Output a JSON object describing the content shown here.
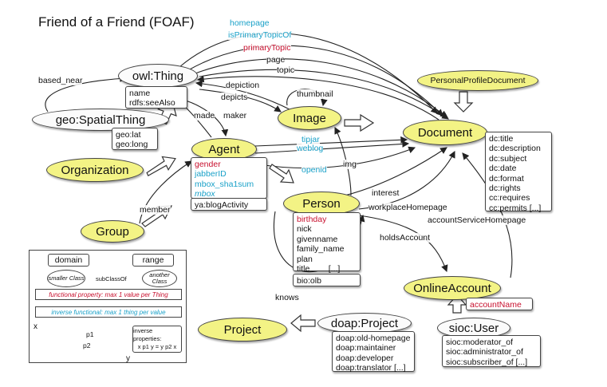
{
  "diagram": {
    "title": "Friend of a Friend (FOAF)",
    "colors": {
      "func": "#c8102e",
      "inv": "#1aa1c8",
      "yellow": "#f3f385"
    },
    "nodes": {
      "owl_thing": "owl:Thing",
      "geo_spatialthing": "geo:SpatialThing",
      "agent": "Agent",
      "organization": "Organization",
      "group": "Group",
      "image": "Image",
      "document": "Document",
      "personal_profile_document": "PersonalProfileDocument",
      "person": "Person",
      "online_account": "OnlineAccount",
      "sioc_user": "sioc:User",
      "doap_project": "doap:Project",
      "project": "Project"
    },
    "properties": {
      "owl_thing": [
        "name",
        "rdfs:seeAlso"
      ],
      "geo_spatialthing": [
        "geo:lat",
        "geo:long"
      ],
      "agent_inverse": [
        "gender",
        "jabberID",
        "mbox_sha1sum",
        "mbox"
      ],
      "agent_extra": "ya:blogActivity",
      "document": [
        "dc:title",
        "dc:description",
        "dc:subject",
        "dc:date",
        "dc:format",
        "dc:rights",
        "cc:requires",
        "cc:permits [...]"
      ],
      "person_func": "birthday",
      "person": [
        "nick",
        "givenname",
        "family_name",
        "plan"
      ],
      "person_title": "title",
      "person_ellipsis": "[...]",
      "person_extra": "bio:olb",
      "online_account": "accountName",
      "sioc_user": [
        "sioc:moderator_of",
        "sioc:administrator_of",
        "sioc:subscriber_of [...]"
      ],
      "doap_project": [
        "doap:old-homepage",
        "doap:maintainer",
        "doap:developer",
        "doap:translator [...]"
      ]
    },
    "edge_labels": {
      "homepage": "homepage",
      "isPrimaryTopicOf": "isPrimaryTopicOf",
      "primaryTopic": "primaryTopic",
      "page": "page",
      "topic": "topic",
      "based_near": "based_near",
      "depiction": "depiction",
      "depicts": "depicts",
      "thumbnail": "thumbnail",
      "made": "made",
      "maker": "maker",
      "tipjar": "tipjar",
      "weblog": "weblog",
      "openid": "openid",
      "img": "img",
      "interest": "interest",
      "workplaceHomepage": "workplaceHomepage",
      "accountServiceHomepage": "accountServiceHomepage",
      "holdsAccount": "holdsAccount",
      "member": "member",
      "knows": "knows"
    },
    "legend": {
      "domain": "domain",
      "range": "range",
      "smaller_class": "smaller Class",
      "subclassof": "subClassOf",
      "another_class": "another Class",
      "functional": "functional property: max 1 value per Thing",
      "inverse": "inverse functional: max 1 thing per value",
      "x": "x",
      "y": "y",
      "p1": "p1",
      "p2": "p2",
      "inverse_props": "inverse properties:",
      "inverse_formula": "x p1 y = y p2 x"
    }
  }
}
